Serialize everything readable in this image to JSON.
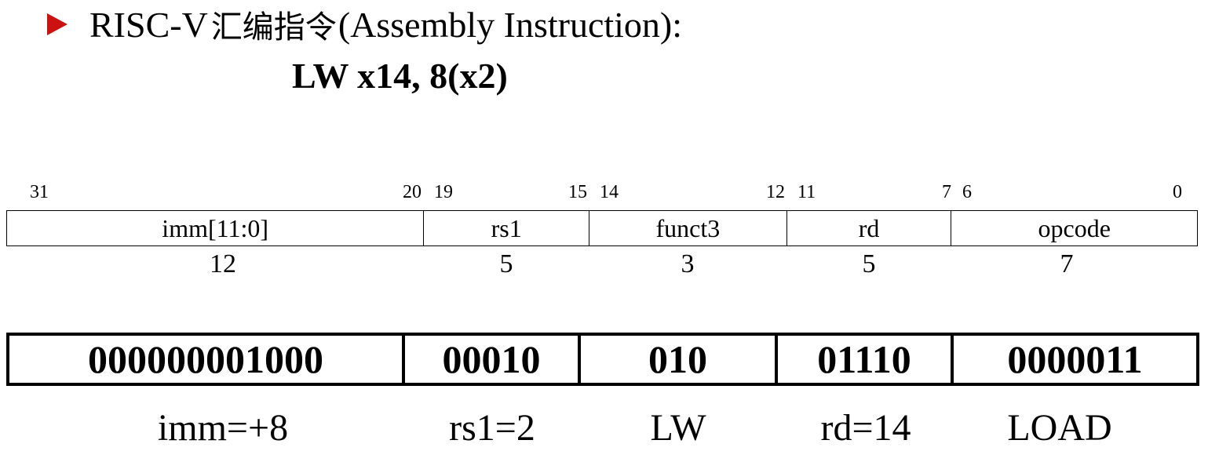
{
  "heading": {
    "prefix": "RISC-V",
    "cjk": "汇编指令",
    "suffix": "(Assembly Instruction):"
  },
  "instruction": "LW x14, 8(x2)",
  "bit_labels": [
    "31",
    "20",
    "19",
    "15",
    "14",
    "12",
    "11",
    "7",
    "6",
    "0"
  ],
  "fields": [
    {
      "name": "imm[11:0]",
      "width": "12",
      "binary": "000000001000",
      "meaning": "imm=+8"
    },
    {
      "name": "rs1",
      "width": "5",
      "binary": "00010",
      "meaning": "rs1=2"
    },
    {
      "name": "funct3",
      "width": "3",
      "binary": "010",
      "meaning": "LW"
    },
    {
      "name": "rd",
      "width": "5",
      "binary": "01110",
      "meaning": "rd=14"
    },
    {
      "name": "opcode",
      "width": "7",
      "binary": "0000011",
      "meaning": "LOAD"
    }
  ],
  "colors": {
    "bullet": "#cc1111"
  }
}
